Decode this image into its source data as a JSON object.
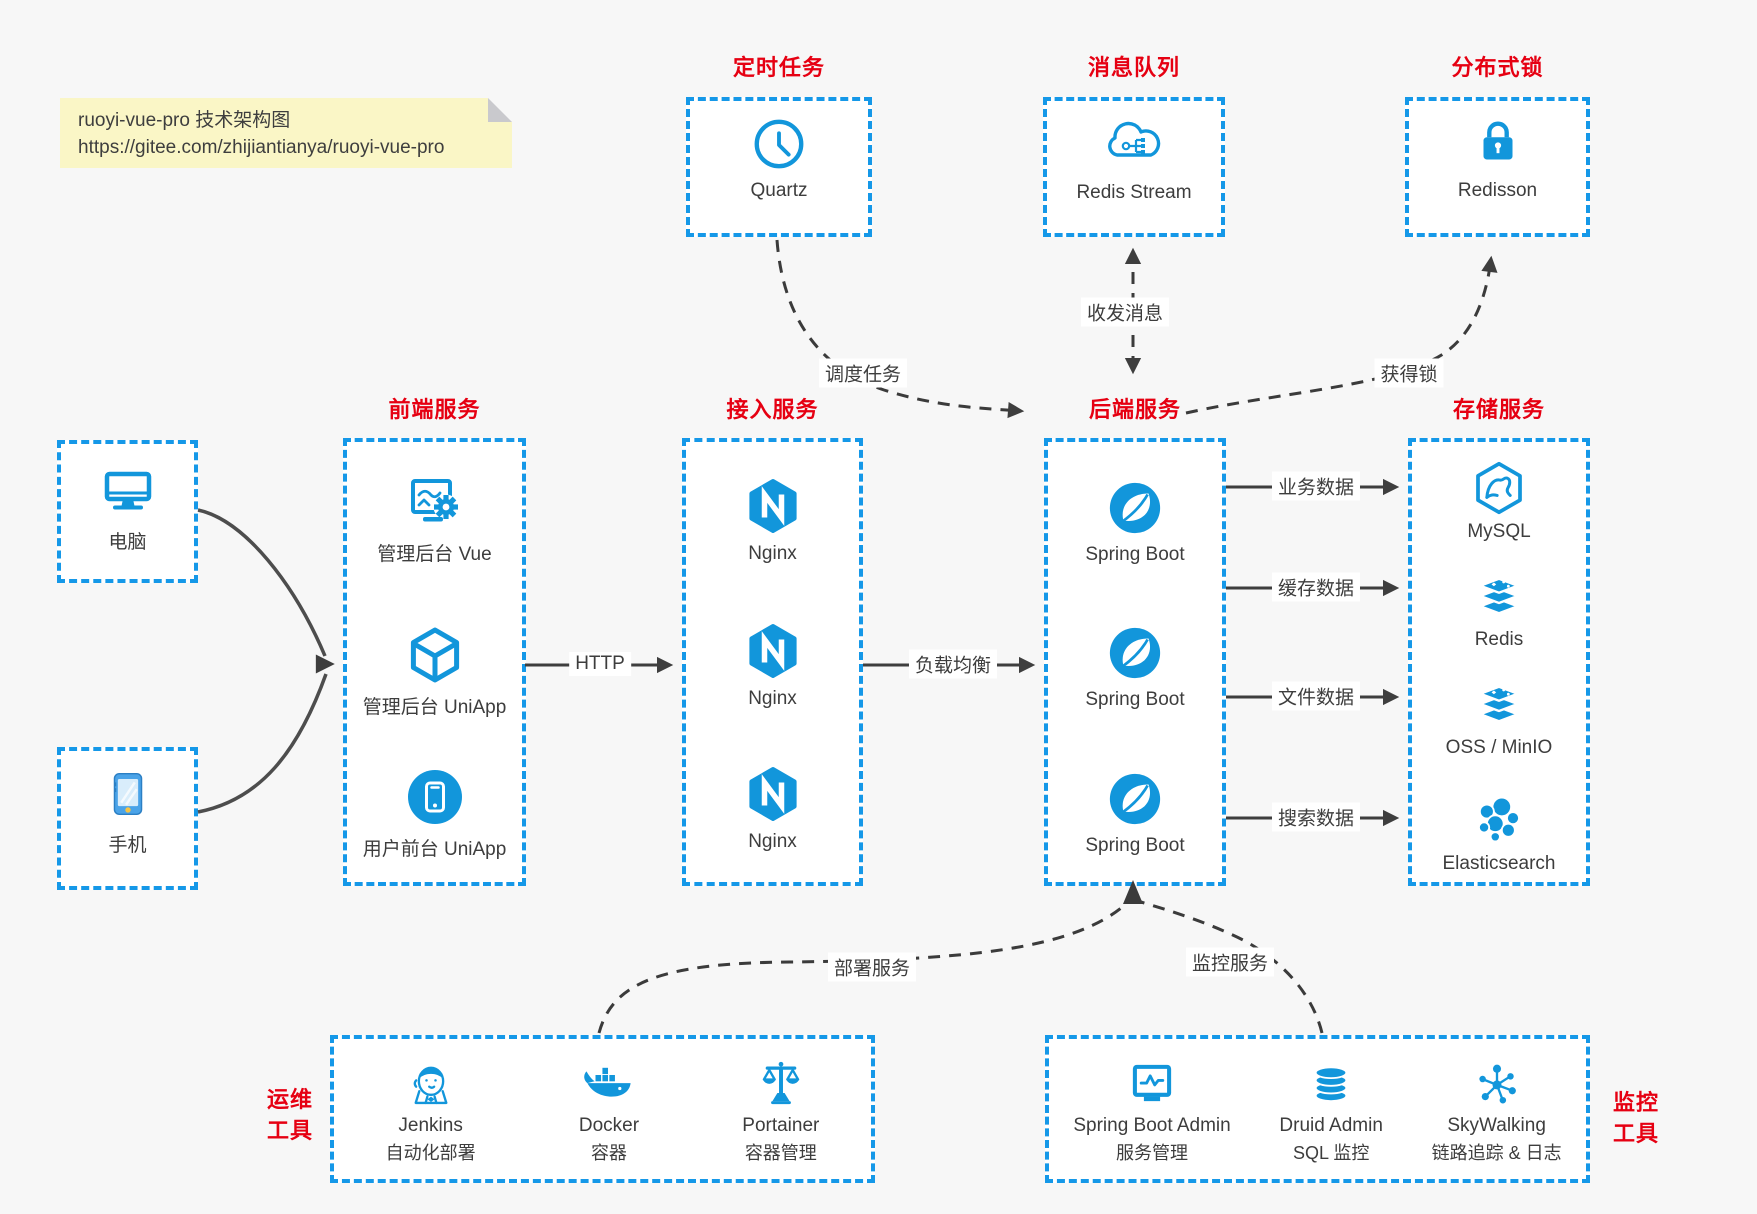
{
  "colors": {
    "accent_blue": "#1296db",
    "border_blue": "#1598e8",
    "title_red": "#e60012",
    "note_bg": "#faf6c6",
    "canvas_bg": "#f7f7f7",
    "text": "#3d3d3d",
    "arrow": "#3e3e3e"
  },
  "note": {
    "line1": "ruoyi-vue-pro 技术架构图",
    "line2": "https://gitee.com/zhijiantianya/ruoyi-vue-pro"
  },
  "top_groups": [
    {
      "title": "定时任务",
      "item": {
        "icon": "clock-icon",
        "label": "Quartz"
      }
    },
    {
      "title": "消息队列",
      "item": {
        "icon": "cloud-stream-icon",
        "label": "Redis Stream"
      }
    },
    {
      "title": "分布式锁",
      "item": {
        "icon": "lock-icon",
        "label": "Redisson"
      }
    }
  ],
  "clients": [
    {
      "icon": "computer-icon",
      "label": "电脑"
    },
    {
      "icon": "smartphone-icon",
      "label": "手机"
    }
  ],
  "columns": {
    "frontend": {
      "title": "前端服务",
      "items": [
        {
          "icon": "admin-vue-icon",
          "label": "管理后台 Vue"
        },
        {
          "icon": "uniapp-cube-icon",
          "label": "管理后台 UniApp"
        },
        {
          "icon": "user-app-icon",
          "label": "用户前台 UniApp"
        }
      ]
    },
    "gateway": {
      "title": "接入服务",
      "items": [
        {
          "icon": "nginx-icon",
          "label": "Nginx"
        },
        {
          "icon": "nginx-icon",
          "label": "Nginx"
        },
        {
          "icon": "nginx-icon",
          "label": "Nginx"
        }
      ]
    },
    "backend": {
      "title": "后端服务",
      "items": [
        {
          "icon": "spring-boot-icon",
          "label": "Spring Boot"
        },
        {
          "icon": "spring-boot-icon",
          "label": "Spring Boot"
        },
        {
          "icon": "spring-boot-icon",
          "label": "Spring Boot"
        }
      ]
    },
    "storage": {
      "title": "存储服务",
      "items": [
        {
          "icon": "mysql-icon",
          "label": "MySQL"
        },
        {
          "icon": "redis-stack-icon",
          "label": "Redis"
        },
        {
          "icon": "oss-stack-icon",
          "label": "OSS / MinIO"
        },
        {
          "icon": "elasticsearch-icon",
          "label": "Elasticsearch"
        }
      ]
    }
  },
  "bottom_groups": {
    "ops": {
      "title_line1": "运维",
      "title_line2": "工具",
      "items": [
        {
          "icon": "jenkins-icon",
          "name": "Jenkins",
          "desc": "自动化部署"
        },
        {
          "icon": "docker-icon",
          "name": "Docker",
          "desc": "容器"
        },
        {
          "icon": "portainer-icon",
          "name": "Portainer",
          "desc": "容器管理"
        }
      ]
    },
    "monitor": {
      "title_line1": "监控",
      "title_line2": "工具",
      "items": [
        {
          "icon": "spring-boot-admin-icon",
          "name": "Spring Boot Admin",
          "desc": "服务管理"
        },
        {
          "icon": "druid-icon",
          "name": "Druid Admin",
          "desc": "SQL 监控"
        },
        {
          "icon": "skywalking-icon",
          "name": "SkyWalking",
          "desc": "链路追踪 & 日志"
        }
      ]
    }
  },
  "edges": {
    "http": "HTTP",
    "load_balance": "负载均衡",
    "business_data": "业务数据",
    "cache_data": "缓存数据",
    "file_data": "文件数据",
    "search_data": "搜索数据",
    "schedule_task": "调度任务",
    "send_receive_message": "收发消息",
    "acquire_lock": "获得锁",
    "deploy_service": "部署服务",
    "monitor_service": "监控服务"
  }
}
